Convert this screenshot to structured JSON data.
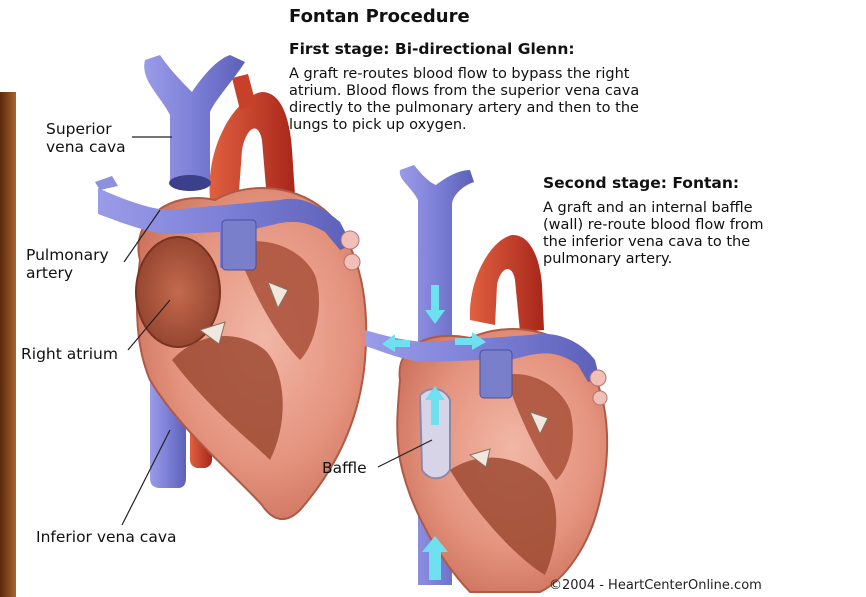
{
  "title": "Fontan Procedure",
  "stage1": {
    "heading": "First stage: Bi-directional Glenn:",
    "lines": [
      "A graft re-routes blood flow to bypass the right",
      "atrium. Blood flows from the superior vena cava",
      "directly to the pulmonary artery and then to the",
      "lungs to pick up oxygen."
    ]
  },
  "stage2": {
    "heading": "Second stage: Fontan:",
    "lines": [
      "A graft and an internal baffle",
      "(wall) re-route blood flow from",
      "the inferior vena cava to the",
      "pulmonary artery."
    ]
  },
  "labels": {
    "svc": [
      "Superior",
      "vena cava"
    ],
    "pa": [
      "Pulmonary",
      "artery"
    ],
    "ra": "Right atrium",
    "ivc": "Inferior vena cava",
    "baffle": "Baffle"
  },
  "credit": "©2004 - HeartCenterOnline.com",
  "colors": {
    "vein_blue": "#7f82d6",
    "aorta_red": "#c63a22",
    "heart_pink": "#e8a08f",
    "muscle": "#d98770",
    "flow_arrow": "#6fe0f0",
    "left_photo": "#8a4a1c"
  }
}
